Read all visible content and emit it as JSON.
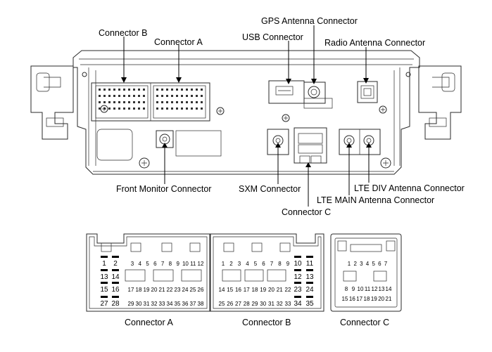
{
  "labels": {
    "connector_b": "Connector B",
    "connector_a": "Connector A",
    "gps_antenna": "GPS Antenna Connector",
    "usb": "USB Connector",
    "radio_antenna": "Radio Antenna Connector",
    "front_monitor": "Front Monitor Connector",
    "sxm": "SXM Connector",
    "lte_div": "LTE DIV Antenna Connector",
    "lte_main": "LTE MAIN Antenna Connector",
    "connector_c": "Connector C"
  },
  "pinouts": {
    "a": {
      "caption": "Connector A",
      "row1": [
        "1",
        "2",
        "3",
        "4",
        "5",
        "6",
        "7",
        "8",
        "9",
        "10",
        "11",
        "12"
      ],
      "row2": [
        "13",
        "14"
      ],
      "row3": [
        "15",
        "16",
        "17",
        "18",
        "19",
        "20",
        "21",
        "22",
        "23",
        "24",
        "25",
        "26"
      ],
      "row4": [
        "27",
        "28",
        "29",
        "30",
        "31",
        "32",
        "33",
        "34",
        "35",
        "36",
        "37",
        "38"
      ]
    },
    "b": {
      "caption": "Connector B",
      "row1": [
        "1",
        "2",
        "3",
        "4",
        "5",
        "6",
        "7",
        "8",
        "9",
        "10",
        "11"
      ],
      "row2": [
        "12",
        "13"
      ],
      "row3": [
        "14",
        "15",
        "16",
        "17",
        "18",
        "19",
        "20",
        "21",
        "22",
        "23",
        "24"
      ],
      "row4": [
        "25",
        "26",
        "27",
        "28",
        "29",
        "30",
        "31",
        "32",
        "33",
        "34",
        "35"
      ]
    },
    "c": {
      "caption": "Connector C",
      "row1": [
        "1",
        "2",
        "3",
        "4",
        "5",
        "6",
        "7"
      ],
      "row2": [
        "8",
        "9",
        "10",
        "11",
        "12",
        "13",
        "14"
      ],
      "row3": [
        "15",
        "16",
        "17",
        "18",
        "19",
        "20",
        "21"
      ]
    }
  }
}
